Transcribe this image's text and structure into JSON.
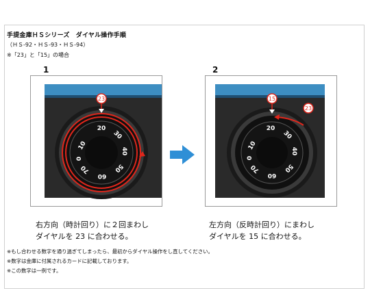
{
  "header": {
    "title": "手提金庫ＨＳシリーズ　ダイヤル操作手順",
    "models": "（ＨＳ-92・ＨＳ-93・ＨＳ-94）",
    "note": "※「23」と「15」の場合"
  },
  "steps": [
    {
      "number": "1",
      "badge": "23",
      "dial_numbers": [
        "10",
        "20",
        "30",
        "40",
        "50",
        "60",
        "70",
        "0"
      ],
      "caption_line1": "右方向（時計回り）に２回まわし",
      "caption_line2": "ダイヤルを 23 に合わせる。"
    },
    {
      "number": "2",
      "badge_top": "15",
      "badge_side": "23",
      "dial_numbers": [
        "10",
        "20",
        "30",
        "40",
        "50",
        "60",
        "70",
        "0"
      ],
      "caption_line1": "左方向（反時計回り）にまわし",
      "caption_line2": "ダイヤルを 15 に合わせる。"
    }
  ],
  "footnotes": [
    "※もし合わせる数字を通り過ぎてしまったら、最初からダイヤル操作をし直してください。",
    "※数字は金庫に付属されるカードに記載しております。",
    "※この数字は一例です。"
  ],
  "colors": {
    "accent_red": "#e0261b",
    "arrow_blue": "#2f8fd6",
    "safe_blue": "#3d8ec2",
    "dial_black": "#141414"
  }
}
